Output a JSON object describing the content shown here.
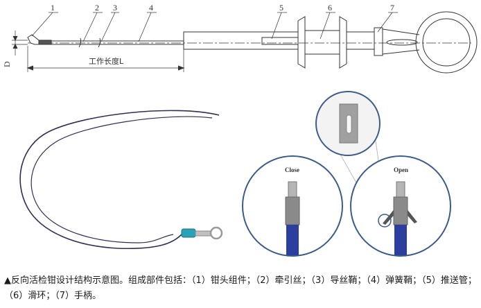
{
  "diagram": {
    "part_numbers": [
      "1",
      "2",
      "3",
      "4",
      "5",
      "6",
      "7"
    ],
    "dimension_D": "D",
    "working_length": "工作长度L",
    "close_label": "Close",
    "open_label": "Open"
  },
  "caption": {
    "marker": "▲",
    "text": "反向活检钳设计结构示意图。组成部件包括：（1）钳头组件；（2）牵引丝；（3）导丝鞘；（4）弹簧鞘；（5）推送管；（6）滑环；（7）手柄。"
  }
}
